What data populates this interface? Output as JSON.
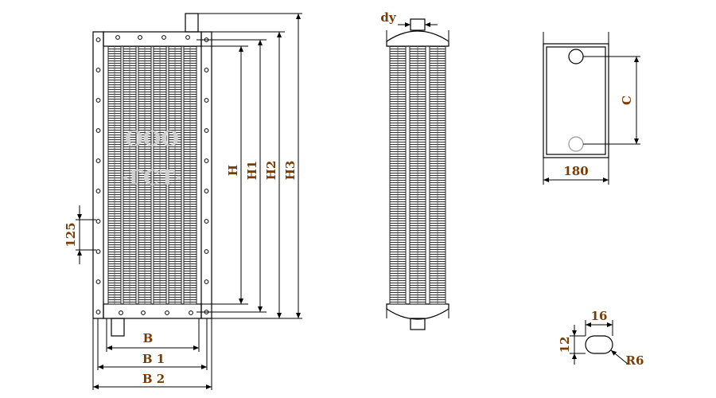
{
  "labels": {
    "B": "B",
    "B1": "B 1",
    "B2": "B 2",
    "H": "H",
    "H1": "H1",
    "H2": "H2",
    "H3": "H3",
    "pitch": "125",
    "dy": "dy",
    "C": "C",
    "depth": "180",
    "slot_w": "16",
    "slot_h": "12",
    "radius": "R6"
  },
  "watermark": {
    "line1": "ООО",
    "line2": "·ГСТ·"
  },
  "colors": {
    "dimension_text": "#7a3c00",
    "lines": "#000000",
    "watermark": "#d0d0d0"
  }
}
